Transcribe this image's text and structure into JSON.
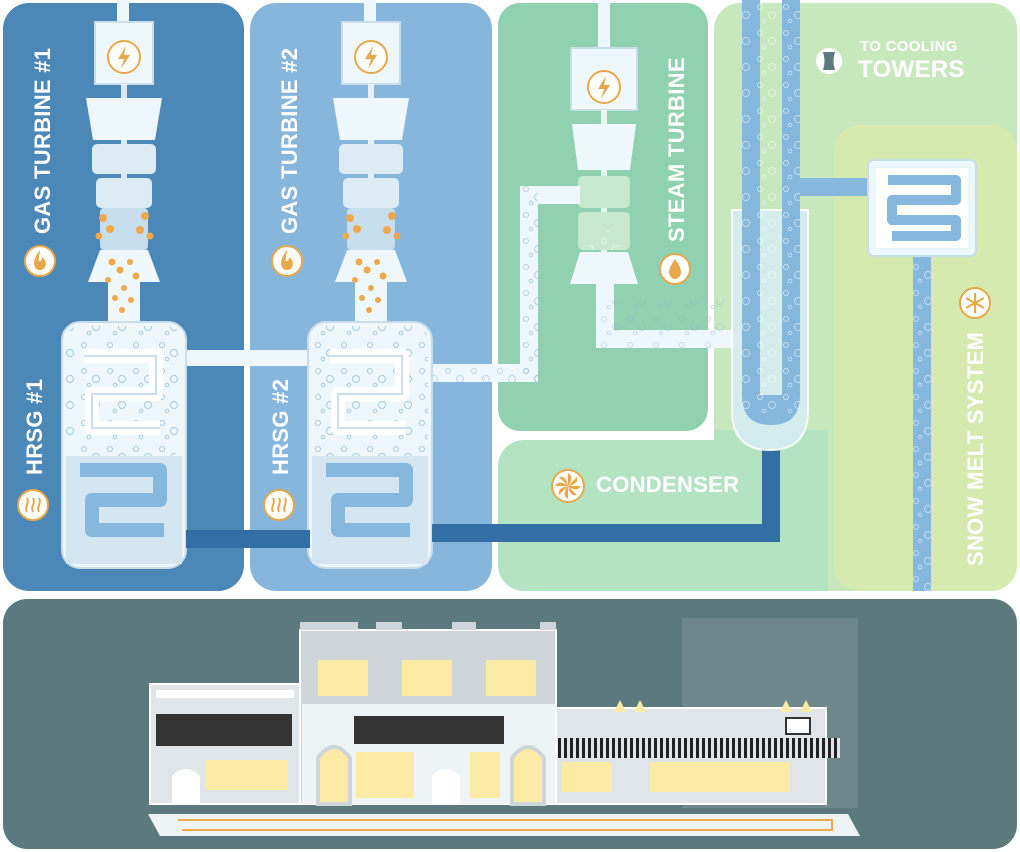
{
  "labels": {
    "gas_turbine_1": "GAS TURBINE #1",
    "gas_turbine_2": "GAS TURBINE #2",
    "steam_turbine": "STEAM TURBINE",
    "hrsg_1": "HRSG #1",
    "hrsg_2": "HRSG #2",
    "condenser": "CONDENSER",
    "cooling_top": "TO COOLING",
    "cooling_bottom": "TOWERS",
    "snow_melt": "SNOW MELT SYSTEM"
  },
  "colors": {
    "panel_gas_1": "#4b87b7",
    "panel_gas_2": "#86b6dc",
    "panel_steam": "#8fd1b0",
    "panel_condenser": "#b4e3c2",
    "panel_cooling": "#c7e8bd",
    "panel_snow": "#d6eab0",
    "panel_town": "#5c7a7e",
    "water_dark": "#336fa4",
    "water_light": "#86b7dc",
    "steam_pipe": "#eef7fb",
    "flame": "#f0a94a",
    "icon_accent": "#e7a84a"
  },
  "icons": [
    "lightning-icon",
    "flame-icon",
    "steam-heat-icon",
    "water-drop-icon",
    "fan-icon",
    "snowflake-icon",
    "cooling-tower-icon"
  ]
}
